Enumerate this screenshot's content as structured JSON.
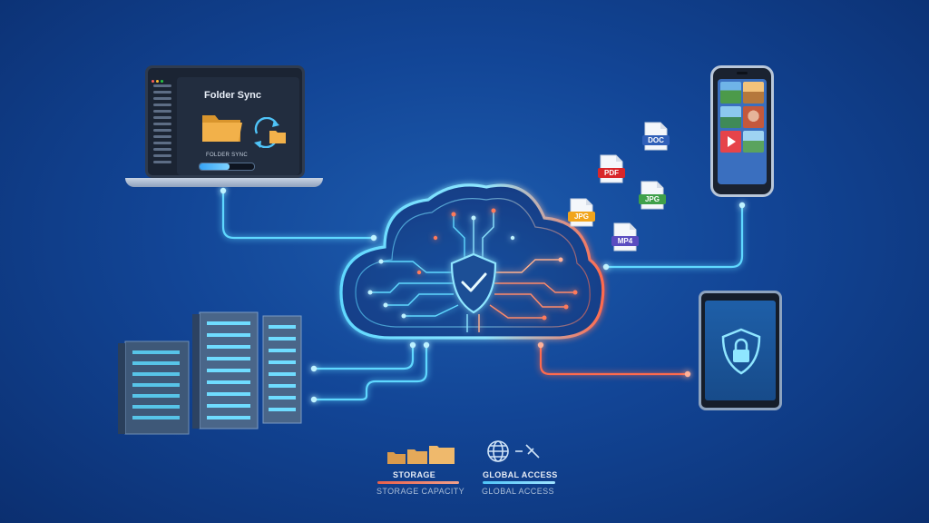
{
  "laptop": {
    "title": "Folder Sync",
    "folder_label": "FOLDER SYNC",
    "progress_fraction": 0.55
  },
  "files": [
    {
      "label": "DOC",
      "color": "#2f5fb8"
    },
    {
      "label": "PDF",
      "color": "#d8262a"
    },
    {
      "label": "JPG",
      "color": "#3fa04a"
    },
    {
      "label": "JPG",
      "color": "#f1a51d"
    },
    {
      "label": "MP4",
      "color": "#5a4cc0"
    }
  ],
  "legend": {
    "storage_title": "STORAGE",
    "storage_caption": "STORAGE CAPACITY",
    "access_title": "GLOBAL ACCESS",
    "access_caption": "GLOBAL ACCESS"
  },
  "colors": {
    "glow_blue": "#5fd8ff",
    "glow_red": "#ff6a4d",
    "folder": "#f2b14a",
    "background": "#124596"
  }
}
